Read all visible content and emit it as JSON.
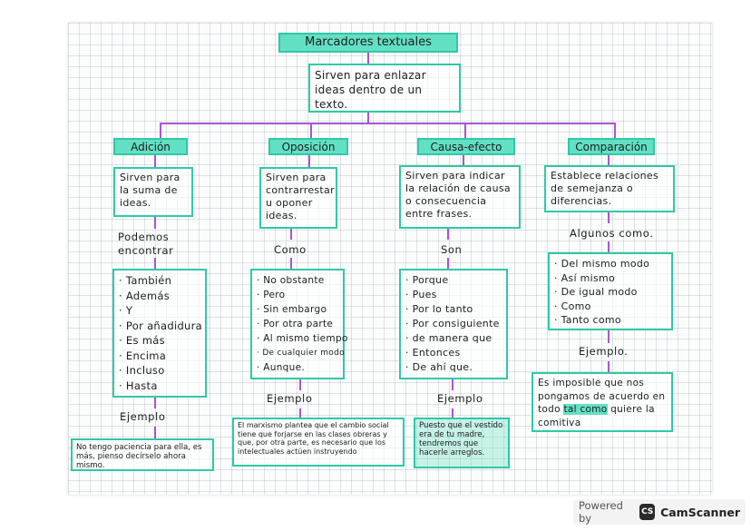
{
  "title": "Marcadores textuales",
  "definition": "Sirven para enlazar ideas dentro de un texto.",
  "columns": [
    {
      "heading": "Adición",
      "description": "Sirven para la suma de ideas.",
      "connector": "Podemos encontrar",
      "items": [
        "También",
        "Además",
        "Y",
        "Por añadidura",
        "Es más",
        "Encima",
        "Incluso",
        "Hasta"
      ],
      "example_label": "Ejemplo",
      "example": "No tengo paciencia para ella, es más, pienso decírselo ahora mismo."
    },
    {
      "heading": "Oposición",
      "description": "Sirven para contrarrestar u oponer ideas.",
      "connector": "Como",
      "items": [
        "No obstante",
        "Pero",
        "Sin embargo",
        "Por otra parte",
        "Al mismo tiempo",
        "De cualquier modo",
        "Aunque."
      ],
      "example_label": "Ejemplo",
      "example": "El marxismo plantea que el cambio social tiene que forjarse en las clases obreras y que, por otra parte, es necesario que los intelectuales actúen instruyendo"
    },
    {
      "heading": "Causa-efecto",
      "description": "Sirven para indicar la relación de causa o consecuencia entre frases.",
      "connector": "Son",
      "items": [
        "Porque",
        "Pues",
        "Por lo tanto",
        "Por consiguiente",
        "de manera que",
        "Entonces",
        "De ahí que."
      ],
      "example_label": "Ejemplo",
      "example": "Puesto que el vestido era de tu madre, tendremos que hacerle arreglos."
    },
    {
      "heading": "Comparación",
      "description": "Establece relaciones de semejanza o diferencias.",
      "connector": "Algunos como.",
      "items": [
        "Del mismo modo",
        "Así mismo",
        "De igual modo",
        "Como",
        "Tanto como"
      ],
      "example_label": "Ejemplo.",
      "example_parts": [
        "Es imposible que nos pongamos de acuerdo en todo ",
        "tal como",
        " quiere la comitiva"
      ]
    }
  ],
  "footer": {
    "powered_by": "Powered by",
    "app_name": "CamScanner",
    "app_logo": "CS"
  },
  "colors": {
    "highlight": "#63e0c4",
    "box_border": "#2fc9a8",
    "connector_line": "#a855d0"
  }
}
